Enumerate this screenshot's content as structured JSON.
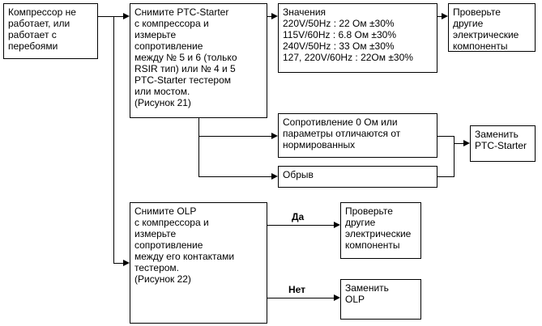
{
  "flowchart": {
    "boxes": {
      "start": "Компрессор не\nработает, или\nработает с\nперебоями",
      "remove_ptc": "Снимите PTC-Starter\nс компрессора и\nизмерьте\nсопротивление\nмежду № 5 и 6 (только\nRSIR тип) или № 4 и 5\nPTC-Starter тестером\nили мостом.\n(Рисунок 21)",
      "values": "Значения\n220V/50Hz : 22 Ом ±30%\n115V/60Hz : 6.8 Ом ±30%\n240V/50Hz : 33 Ом ±30%\n127, 220V/60Hz : 22Ом ±30%",
      "check_other_top": "Проверьте\nдругие\nэлектрические\nкомпоненты",
      "resistance_mismatch": "Сопротивление 0 Ом или\nпараметры отличаются от\nнормированных",
      "open_circuit": "Обрыв",
      "replace_ptc": "Заменить\nPTC-Starter",
      "remove_olp": "Снимите OLP\nс компрессора и\nизмерьте\nсопротивление\nмежду его контактами\nтестером.\n(Рисунок 22)",
      "check_other_bottom": "Проверьте\nдругие\nэлектрические\nкомпоненты",
      "replace_olp": "Заменить\nOLP"
    },
    "edge_labels": {
      "yes": "Да",
      "no": "Нет"
    },
    "colors": {
      "line": "#000000",
      "box_background": "#ffffff"
    }
  }
}
